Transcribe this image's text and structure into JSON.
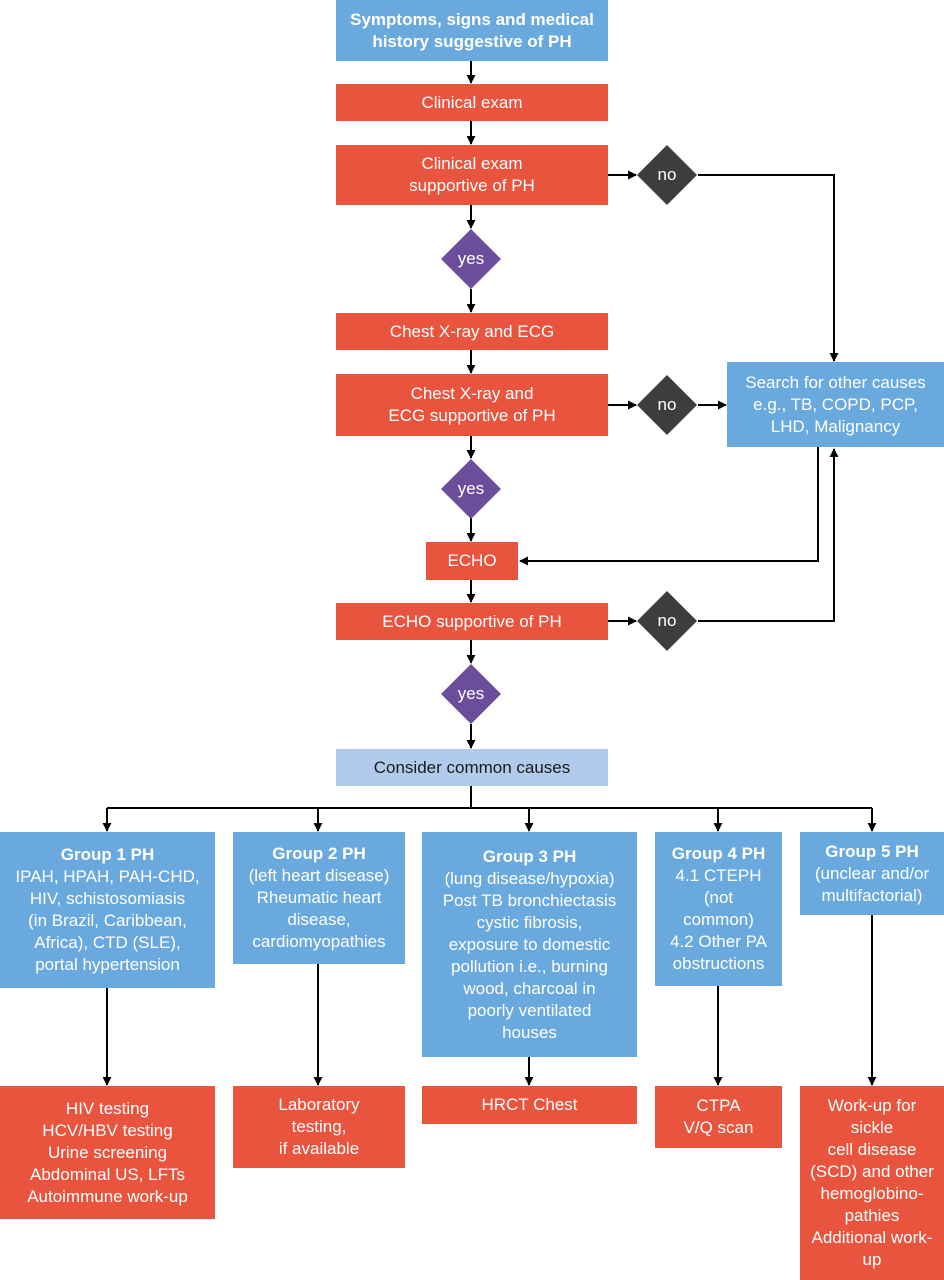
{
  "colors": {
    "blue_box": "#69a9dd",
    "red_box": "#e8543e",
    "pale_box": "#b1cceb",
    "yes_diamond": "#6c4d9c",
    "no_diamond": "#3d3d3d",
    "connector": "#000000"
  },
  "flow": {
    "start": {
      "line1": "Symptoms, signs and medical",
      "line2": "history suggestive of PH"
    },
    "clinical_exam": "Clinical exam",
    "clinical_supportive": {
      "line1": "Clinical exam",
      "line2": "supportive of PH"
    },
    "no1": "no",
    "yes1": "yes",
    "xray": "Chest X-ray and ECG",
    "xray_supportive": {
      "line1": "Chest X-ray and",
      "line2": "ECG supportive of PH"
    },
    "no2": "no",
    "other_causes": {
      "line1": "Search for other causes",
      "line2": "e.g., TB, COPD, PCP,",
      "line3": "LHD, Malignancy"
    },
    "yes2": "yes",
    "echo": "ECHO",
    "echo_supportive": "ECHO supportive of PH",
    "no3": "no",
    "yes3": "yes",
    "consider": "Consider common causes"
  },
  "groups": [
    {
      "lines": [
        "Group 1 PH",
        "IPAH, HPAH, PAH-CHD,",
        "HIV, schistosomiasis",
        "(in Brazil, Caribbean,",
        "Africa), CTD (SLE),",
        "portal hypertension"
      ],
      "tests": [
        "HIV testing",
        "HCV/HBV testing",
        "Urine screening",
        "Abdominal US, LFTs",
        "Autoimmune work-up"
      ]
    },
    {
      "lines": [
        "Group 2 PH",
        "(left heart disease)",
        "Rheumatic heart",
        "disease,",
        "cardiomyopathies"
      ],
      "tests": [
        "Laboratory",
        "testing,",
        "if available"
      ]
    },
    {
      "lines": [
        "Group 3 PH",
        "(lung disease/hypoxia)",
        "Post TB bronchiectasis",
        "cystic fibrosis,",
        "exposure to domestic",
        "pollution i.e., burning",
        "wood, charcoal in",
        "poorly ventilated",
        "houses"
      ],
      "tests": [
        "HRCT Chest"
      ]
    },
    {
      "lines": [
        "Group 4 PH",
        "4.1 CTEPH",
        "(not",
        "common)",
        "4.2 Other PA",
        "obstructions"
      ],
      "tests": [
        "CTPA",
        "V/Q scan"
      ]
    },
    {
      "lines": [
        "Group 5 PH",
        "(unclear and/or",
        "multifactorial)"
      ],
      "tests": [
        "Work-up for",
        "sickle",
        "cell disease",
        "(SCD) and other",
        "hemoglobino-",
        "pathies",
        "Additional work-",
        "up"
      ]
    }
  ]
}
